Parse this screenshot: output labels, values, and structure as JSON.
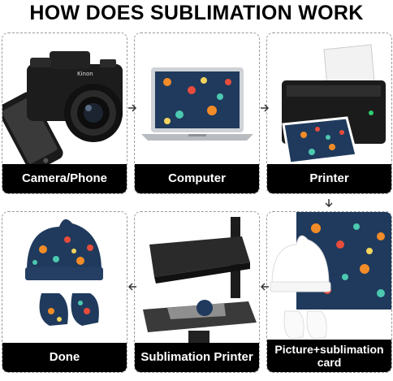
{
  "title": "HOW DOES SUBLIMATION WORK",
  "steps": [
    {
      "label": "Camera/Phone",
      "icon": "camera-phone-icon"
    },
    {
      "label": "Computer",
      "icon": "laptop-icon"
    },
    {
      "label": "Printer",
      "icon": "printer-icon"
    },
    {
      "label": "Picture+sublimation card",
      "icon": "transfer-card-icon"
    },
    {
      "label": "Sublimation Printer",
      "icon": "heat-press-icon"
    },
    {
      "label": "Done",
      "icon": "printed-hat-icon"
    }
  ],
  "camera_brand": "Kinon",
  "colors": {
    "label_bg": "#000000",
    "label_text": "#ffffff",
    "pattern_bg": "#1f3a5c",
    "arrow": "#333333"
  }
}
